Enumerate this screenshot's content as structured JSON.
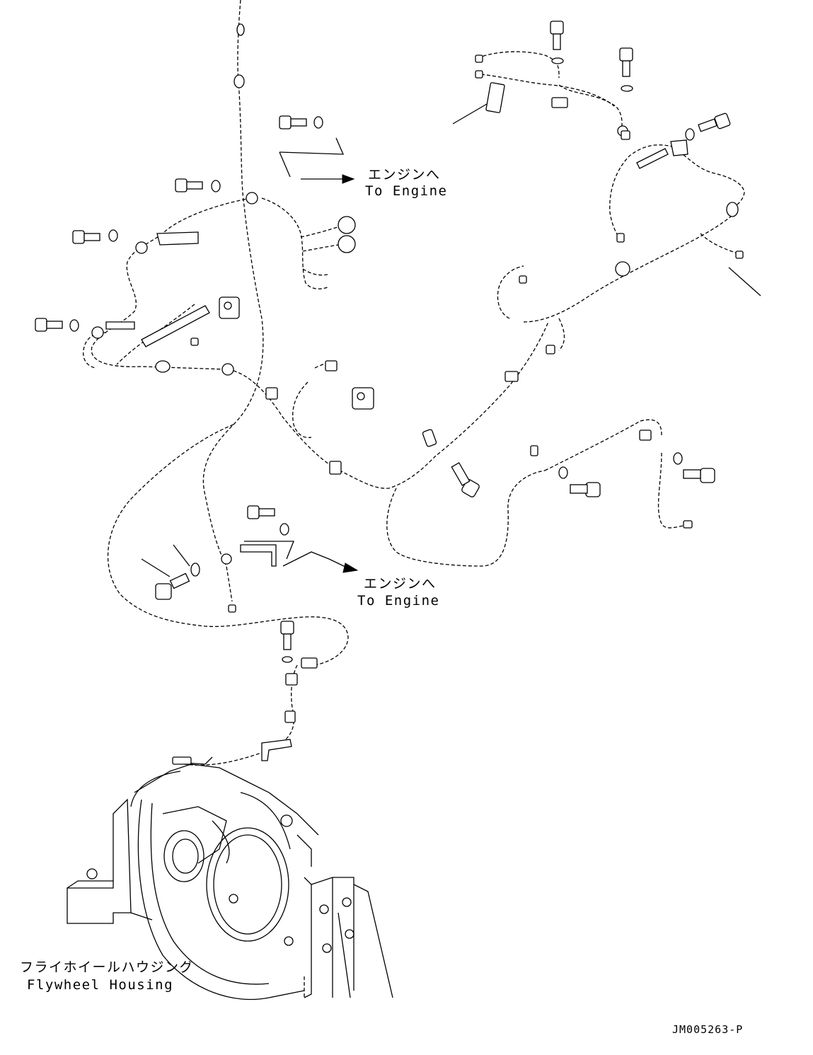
{
  "labels": {
    "engine_top_jp": "エンジンへ",
    "engine_top_en": "To Engine",
    "engine_mid_jp": "エンジンへ",
    "engine_mid_en": "To Engine",
    "flywheel_jp": "フライホイールハウジング",
    "flywheel_en": "Flywheel Housing",
    "drawing_id": "JM005263-P"
  },
  "colors": {
    "line": "#000000",
    "background": "#ffffff"
  }
}
